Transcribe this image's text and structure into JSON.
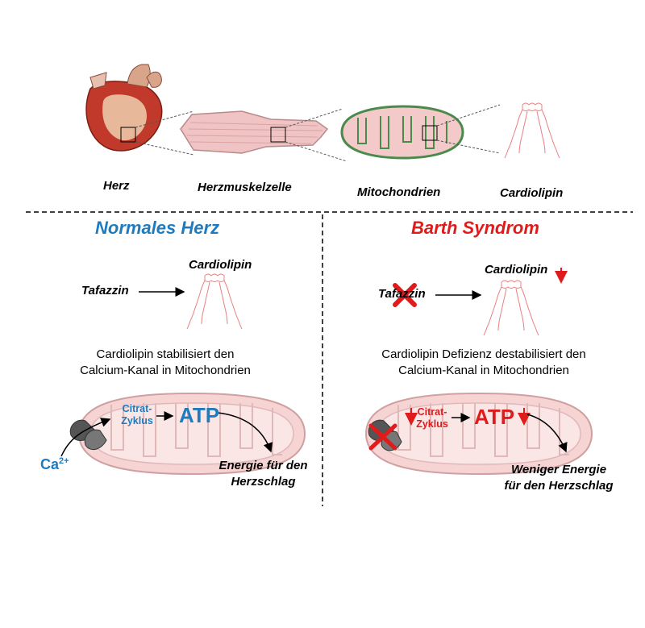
{
  "top_row": {
    "herz": "Herz",
    "herzmuskelzelle": "Herzmuskelzelle",
    "mitochondrien": "Mitochondrien",
    "cardiolipin": "Cardiolipin"
  },
  "left_panel": {
    "title": "Normales Herz",
    "cardiolipin_label": "Cardiolipin",
    "tafazzin_label": "Tafazzin",
    "desc_line1": "Cardiolipin stabilisiert den",
    "desc_line2": "Calcium-Kanal in Mitochondrien",
    "citrat_line1": "Citrat-",
    "citrat_line2": "Zyklus",
    "atp": "ATP",
    "ca_base": "Ca",
    "ca_sup": "2+",
    "energy_line1": "Energie für den",
    "energy_line2": "Herzschlag"
  },
  "right_panel": {
    "title": "Barth Syndrom",
    "cardiolipin_label": "Cardiolipin",
    "tafazzin_label": "Tafazzin",
    "desc_line1": "Cardiolipin Defizienz destabilisiert den",
    "desc_line2": "Calcium-Kanal in Mitochondrien",
    "citrat_line1": "Citrat-",
    "citrat_line2": "Zyklus",
    "atp": "ATP",
    "energy_line1": "Weniger Energie",
    "energy_line2": "für den Herzschlag"
  },
  "colors": {
    "blue_title": "#1f7bbf",
    "red_title": "#e01b1b",
    "cardiolipin_line": "#e88080",
    "mito_fill": "#f6d4d4",
    "mito_outline_green": "#4a8a4a"
  },
  "icons": {
    "heart": "heart-illustration",
    "cell": "heart-muscle-cell",
    "mito": "mitochondrion",
    "lipid": "cardiolipin-molecule",
    "channel": "calcium-channel",
    "cross": "red-x-icon",
    "down": "down-arrow-icon"
  }
}
